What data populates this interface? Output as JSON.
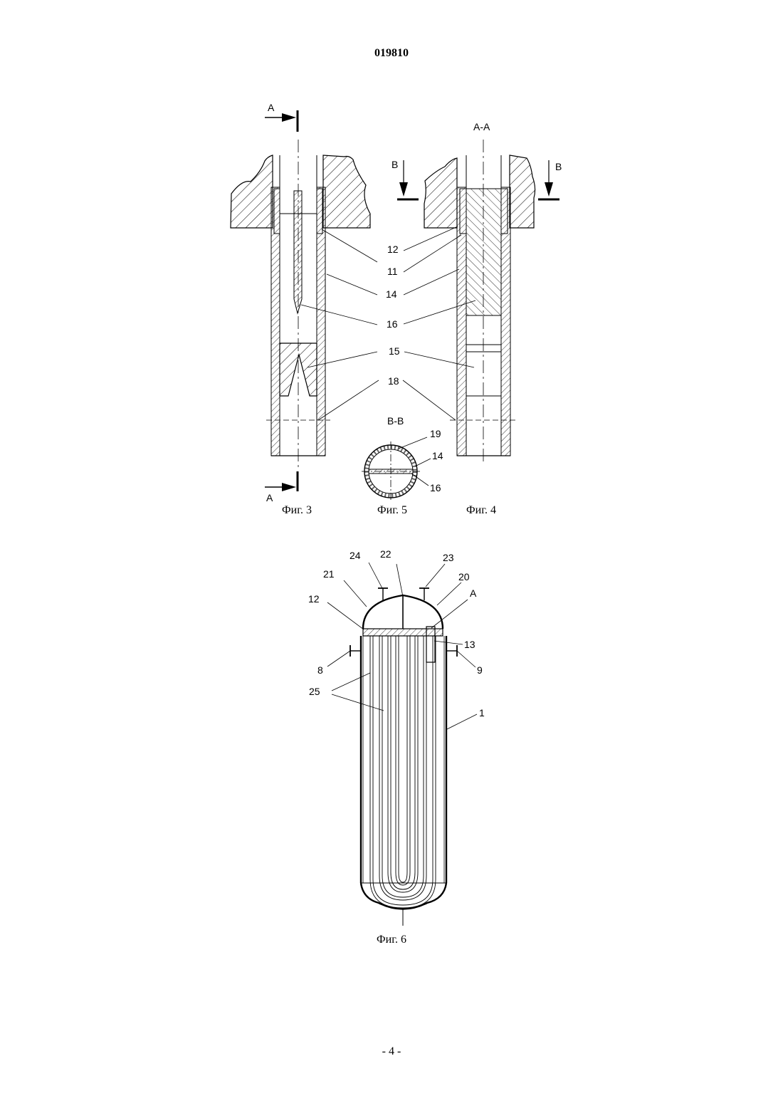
{
  "header": {
    "doc_number": "019810"
  },
  "footer": {
    "page_number": "- 4 -"
  },
  "figures": {
    "fig3": {
      "caption": "Фиг. 3",
      "section_mark_top": "A",
      "section_mark_bottom": "A",
      "labels": {
        "l12": "12",
        "l11": "11",
        "l14": "14",
        "l16": "16",
        "l15": "15",
        "l18": "18"
      }
    },
    "fig4": {
      "caption": "Фиг. 4",
      "section_title": "A-A",
      "section_mark": "B"
    },
    "fig5": {
      "caption": "Фиг. 5",
      "section_title": "B-B",
      "section_mark_left": "B",
      "labels": {
        "l19": "19",
        "l14": "14",
        "l16": "16"
      }
    },
    "fig6": {
      "caption": "Фиг. 6",
      "labels": {
        "l24": "24",
        "l22": "22",
        "l23": "23",
        "l21": "21",
        "l20": "20",
        "l12": "12",
        "lA": "A",
        "l13": "13",
        "l8": "8",
        "l9": "9",
        "l25": "25",
        "l1": "1"
      }
    }
  }
}
